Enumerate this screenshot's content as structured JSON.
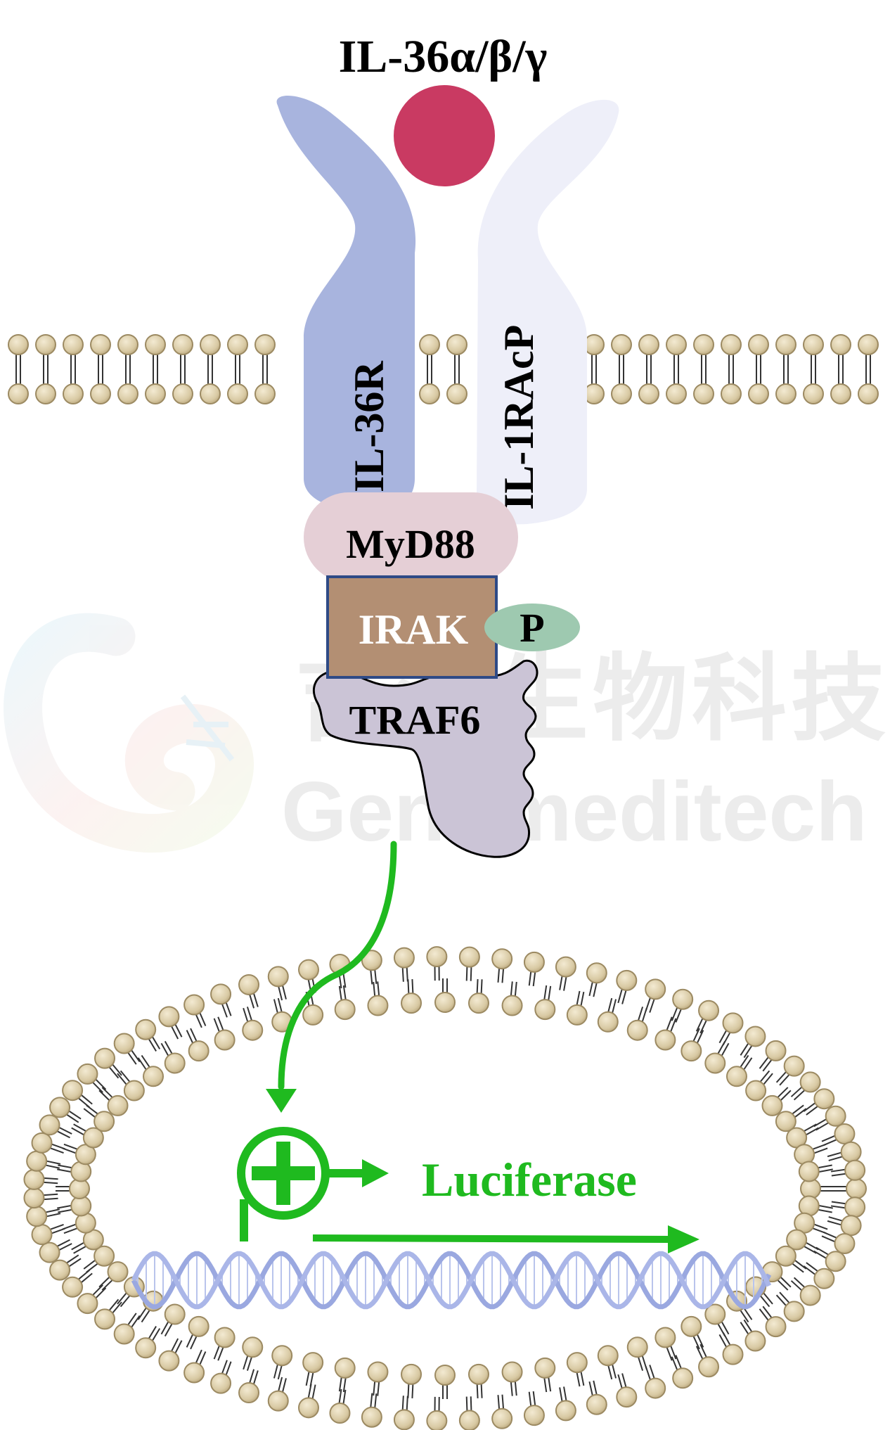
{
  "ligand": {
    "label": "IL-36α/β/γ",
    "color": "#c93a62"
  },
  "receptors": {
    "left": {
      "label": "IL-36R",
      "color": "#a8b4de"
    },
    "right": {
      "label": "IL-1RAcP",
      "color": "#eeeff9"
    }
  },
  "adaptors": {
    "myd88": {
      "label": "MyD88",
      "color": "#e5cfd6"
    },
    "irak": {
      "label": "IRAK",
      "color": "#b38f73",
      "border": "#2e4a86"
    },
    "phospho": {
      "label": "P",
      "color": "#9ec9b0"
    },
    "traf6": {
      "label": "TRAF6",
      "color": "#cbc4d6"
    }
  },
  "reporter": {
    "label": "Luciferase",
    "color": "#1fba1f",
    "promoter_icon": "plus-circle-icon",
    "dna_icon": "dna-helix-icon"
  },
  "membrane": {
    "head_color": "#d8c9a3",
    "head_stroke": "#9c8a62"
  },
  "watermark": {
    "chinese": "吉满生物科技",
    "latin": "Genomeditech",
    "logo_icon": "swirl-dna-logo-icon"
  }
}
